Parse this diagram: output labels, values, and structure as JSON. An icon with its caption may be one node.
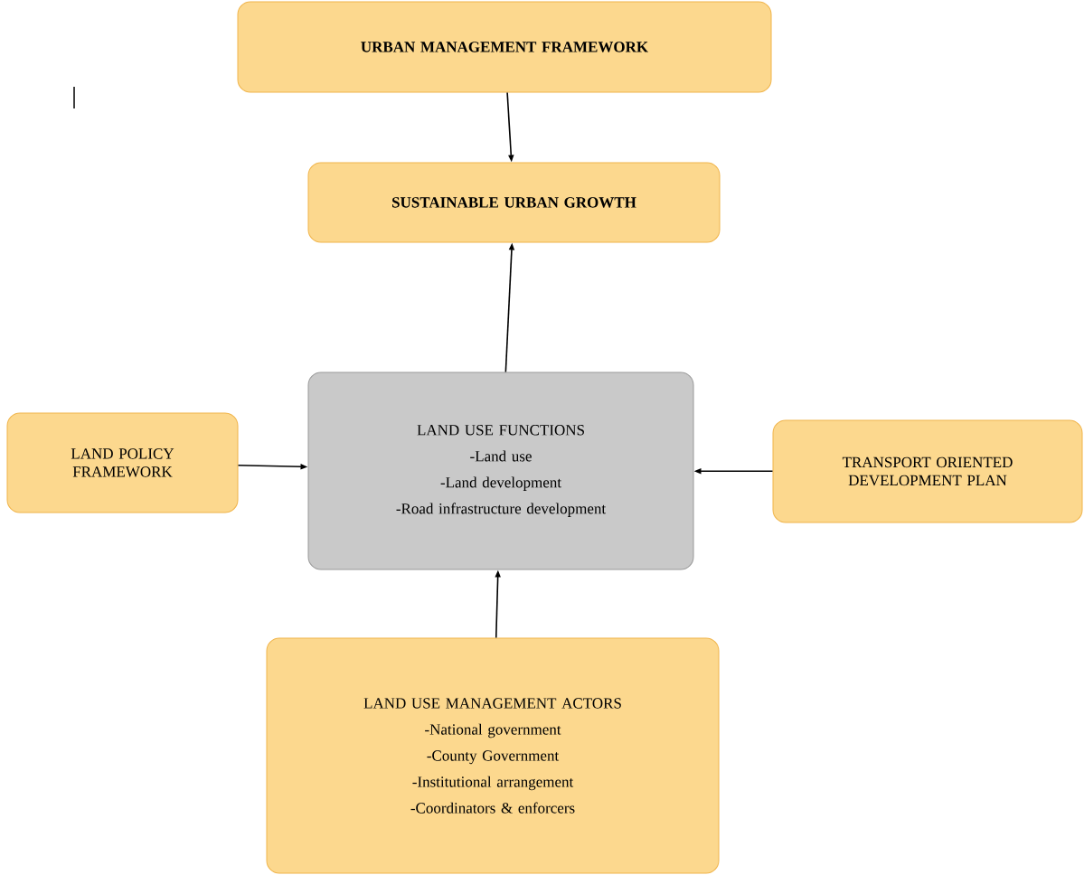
{
  "diagram": {
    "nodes": [
      {
        "text": [
          "URBAN MANAGEMENT FRAMEWORK"
        ]
      },
      {
        "text": [
          "SUSTAINABLE URBAN GROWTH"
        ]
      },
      {
        "text": [
          "LAND USE FUNCTIONS",
          "-Land use",
          "-Land development",
          "-Road infrastructure development"
        ]
      },
      {
        "text": [
          "LAND POLICY FRAMEWORK"
        ]
      },
      {
        "text": [
          "TRANSPORT ORIENTED DEVELOPMENT PLAN"
        ]
      },
      {
        "text": [
          "LAND USE MANAGEMENT ACTORS",
          "-National government",
          "-County Government",
          "-Institutional arrangement",
          "-Coordinators & enforcers"
        ]
      }
    ],
    "edges": [
      {
        "from": 0,
        "to": 1,
        "arrow": "to"
      },
      {
        "from": 2,
        "to": 1,
        "arrow": "to"
      },
      {
        "from": 3,
        "to": 2,
        "arrow": "to"
      },
      {
        "from": 4,
        "to": 2,
        "arrow": "to"
      },
      {
        "from": 5,
        "to": 2,
        "arrow": "to"
      }
    ]
  }
}
